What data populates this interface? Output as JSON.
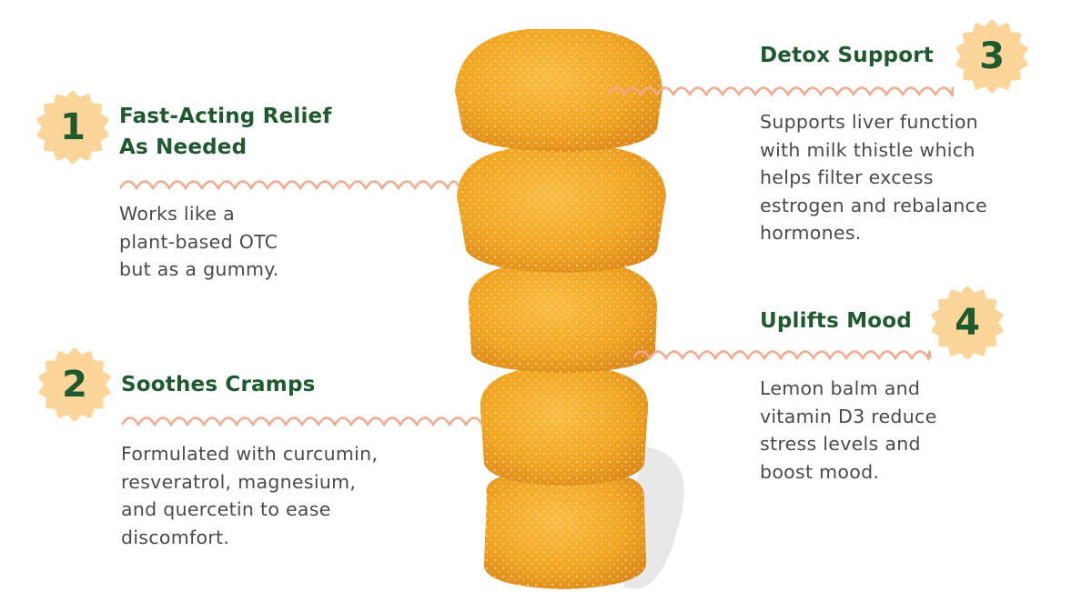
{
  "colors": {
    "title": "#1f5a2e",
    "body": "#4a4a4a",
    "badge": "#fbd59a",
    "wave": "#f3a98e",
    "gummy": "#f2a623"
  },
  "features": [
    {
      "number": "1",
      "title": "Fast-Acting Relief\nAs Needed",
      "body": "Works like a\nplant-based OTC\nbut as a gummy."
    },
    {
      "number": "2",
      "title": "Soothes Cramps",
      "body": "Formulated with curcumin,\nresveratrol, magnesium,\nand quercetin to ease\ndiscomfort."
    },
    {
      "number": "3",
      "title": "Detox Support",
      "body": "Supports liver function\nwith milk thistle which\nhelps filter excess\nestrogen and rebalance\nhormones."
    },
    {
      "number": "4",
      "title": "Uplifts Mood",
      "body": "Lemon balm and\nvitamin D3 reduce\nstress levels and\nboost mood."
    }
  ]
}
